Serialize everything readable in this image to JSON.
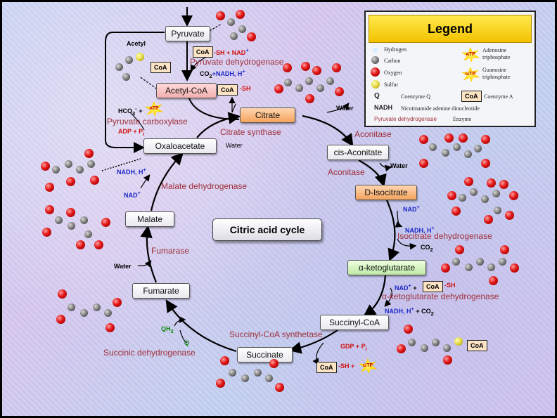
{
  "diagram_title": "Citric acid cycle",
  "legend": {
    "title": "Legend",
    "hydrogen": "Hydrogen",
    "carbon": "Carbon",
    "oxygen": "Oxygen",
    "sulfur": "Sulfur",
    "atp_name": "Adenosine triphosphate",
    "gtp_name": "Guanosine triphosphate",
    "coq_symbol": "Q",
    "coq_name": "Coenzyme Q",
    "coa_symbol": "CoA",
    "coa_name": "Coenzyme A",
    "nadh_symbol": "NADH",
    "nadh_name": "Nicotinamide adenine dinucleotide",
    "enzyme_example": "Pyruvate dehydrogenase",
    "enzyme_name": "Enzyme"
  },
  "metabolites": {
    "pyruvate": "Pyruvate",
    "acetyl_coa": "Acetyl-CoA",
    "citrate": "Citrate",
    "cis_aconitate": "cis-Aconitate",
    "d_isocitrate": "D-Isocitrate",
    "alpha_ketoglutarate": "α-ketoglutarate",
    "succinyl_coa": "Succinyl-CoA",
    "succinate": "Succinate",
    "fumarate": "Fumarate",
    "malate": "Malate",
    "oxaloacetate": "Oxaloacetate"
  },
  "enzymes": {
    "pyruvate_dehydrogenase": "Pyruvate dehydrogenase",
    "pyruvate_carboxylase": "Pyruvate carboxylase",
    "citrate_synthase": "Citrate synthase",
    "aconitase_1": "Aconitase",
    "aconitase_2": "Aconitase",
    "isocitrate_dehydrogenase": "Isocitrate dehydrogenase",
    "alpha_kg_dehydrogenase": "α-ketoglutarate dehydrogenase",
    "succinyl_coa_synthetase": "Succinyl-CoA synthetase",
    "succinic_dehydrogenase": "Succinic dehydrogenase",
    "fumarase": "Fumarase",
    "malate_dehydrogenase": "Malate dehydrogenase"
  },
  "cofactors": {
    "acetyl": "Acetyl",
    "coa": "CoA",
    "sh": "-SH",
    "sh_plus_nad": "-SH + NAD",
    "nad_sup": "+",
    "co2_nadh": "CO",
    "co2_sub": "2",
    "nadh_h": "+NADH, H",
    "hco3": "HCO",
    "hco3_sub": "3",
    "hco3_sup": "-",
    "plus": "+",
    "atp": "ATP",
    "adp_pi": "ADP + P",
    "pi_sub": "i",
    "water_1": "Water",
    "water_2": "Water",
    "water_3": "Water",
    "water_4": "Water",
    "nadh_h_1": "NADH, H",
    "nad_1": "NAD",
    "nad_2": "NAD",
    "nadh_h_2": "NADH, H",
    "co2_2": "CO",
    "nad_3": "NAD",
    "plus_coa": "+",
    "nadh_h_3": "NADH, H",
    "plus_co2": "+ CO",
    "gdp_pi": "GDP + P",
    "gtp": "GTP",
    "sh_plus": "-SH +",
    "qh2": "QH",
    "qh2_sub": "2",
    "q": "Q"
  },
  "colors": {
    "enzyme": "#a0303a",
    "nad": "#1a26c8",
    "energy": "#d01010",
    "coq": "#0f8a0f",
    "legend_header": "#f2c200"
  }
}
